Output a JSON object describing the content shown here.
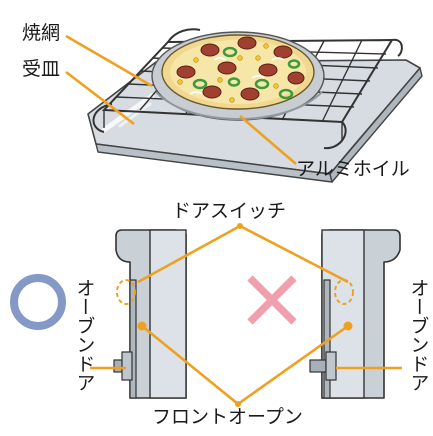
{
  "labels": {
    "grill_rack": "焼網",
    "drip_tray": "受皿",
    "aluminum_foil": "アルミホイル",
    "door_switch": "ドアスイッチ",
    "front_open": "フロントオープン",
    "door_open_left": "オーブンドア",
    "door_open_right": "オーブンドア"
  },
  "symbols": {
    "ok_mark": "circle",
    "ng_mark": "cross"
  },
  "colors": {
    "leader_line": "#F0A020",
    "ok_circle": "#8499C6",
    "ng_cross": "#F0A0AC",
    "oven_body": "#C9D0D6",
    "oven_face": "#DCE2E7",
    "tray": "#D6DCE1",
    "pizza_crust": "#F0D890",
    "sausage": "#A04030",
    "pepper": "#3E9A3E",
    "outline": "#333333"
  }
}
